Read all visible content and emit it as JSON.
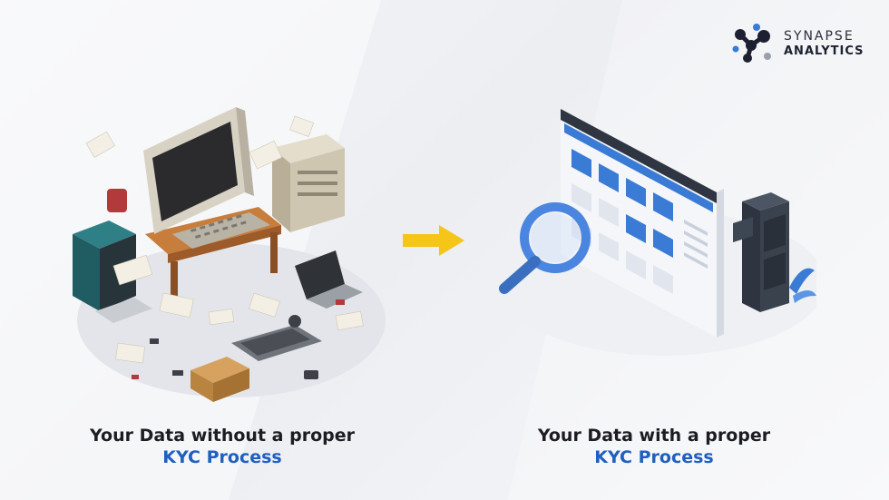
{
  "brand": {
    "line1": "SYNAPSE",
    "line2": "ANALYTICS",
    "logo_icon": "molecule-nodes-icon",
    "colors": {
      "dark": "#1d2030",
      "blue": "#3a7bd5",
      "grey": "#9aa0ab"
    }
  },
  "left_panel": {
    "illustration": "cluttered-desk-icon",
    "caption_line1": "Your Data without a proper",
    "caption_line2": "KYC Process"
  },
  "arrow": {
    "icon": "arrow-right-icon",
    "color": "#f5c518"
  },
  "right_panel": {
    "illustration": "organized-dashboard-icon",
    "caption_line1": "Your Data with a proper",
    "caption_line2": "KYC Process"
  },
  "colors": {
    "accent_blue": "#1f5fbf",
    "text_dark": "#1c1c22"
  }
}
